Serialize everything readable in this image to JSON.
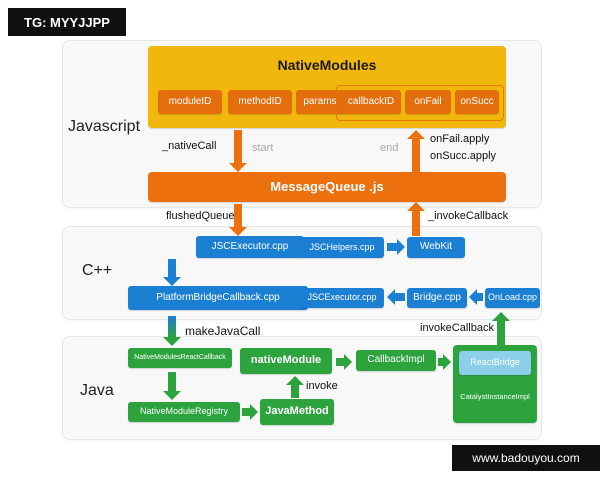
{
  "watermarks": {
    "top": "TG: MYYJJPP",
    "bottom": "www.badouyou.com"
  },
  "layers": {
    "javascript": "Javascript",
    "cpp": "C++",
    "java": "Java"
  },
  "javascript": {
    "native_modules_title": "NativeModules",
    "fields": {
      "module_id": "moduleID",
      "method_id": "methodID",
      "params": "params",
      "callback_id": "callbackID",
      "on_fail": "onFail",
      "on_succ": "onSucc"
    },
    "labels": {
      "native_call": "_nativeCall",
      "start": "start",
      "end": "end",
      "on_fail_apply": "onFail.apply",
      "on_succ_apply": "onSucc.apply",
      "flushed_queue": "flushedQueue",
      "invoke_callback": "_invokeCallback"
    },
    "message_queue": "MessageQueue .js"
  },
  "cpp": {
    "jsc_executor_1": "JSCExecutor.cpp",
    "jsc_helpers": "JSCHelpers.cpp",
    "webkit": "WebKit",
    "platform_bridge_callback": "PlatformBridgeCallback.cpp",
    "jsc_executor_2": "JSCExecutor.cpp",
    "bridge": "Bridge.cpp",
    "onload": "OnLoad.cpp",
    "labels": {
      "make_java_call": "makeJavaCall",
      "invoke_callback": "invokeCallback"
    }
  },
  "java": {
    "native_modules_react_callback": "NativeModulesReactCallback",
    "native_module_registry": "NativeModuleRegistry",
    "java_method": "JavaMethod",
    "native_module": "nativeModule",
    "invoke_label": "invoke",
    "callback_impl": "CallbackImpl",
    "react_bridge": "ReactBridge",
    "catalyst_instance_impl": "CatalystInstanceImpl"
  },
  "colors": {
    "gold": "#f2b70d",
    "orange": "#ed700e",
    "blue": "#1b7fd4",
    "green": "#2ca33c",
    "light_blue": "#8bcfe9"
  }
}
